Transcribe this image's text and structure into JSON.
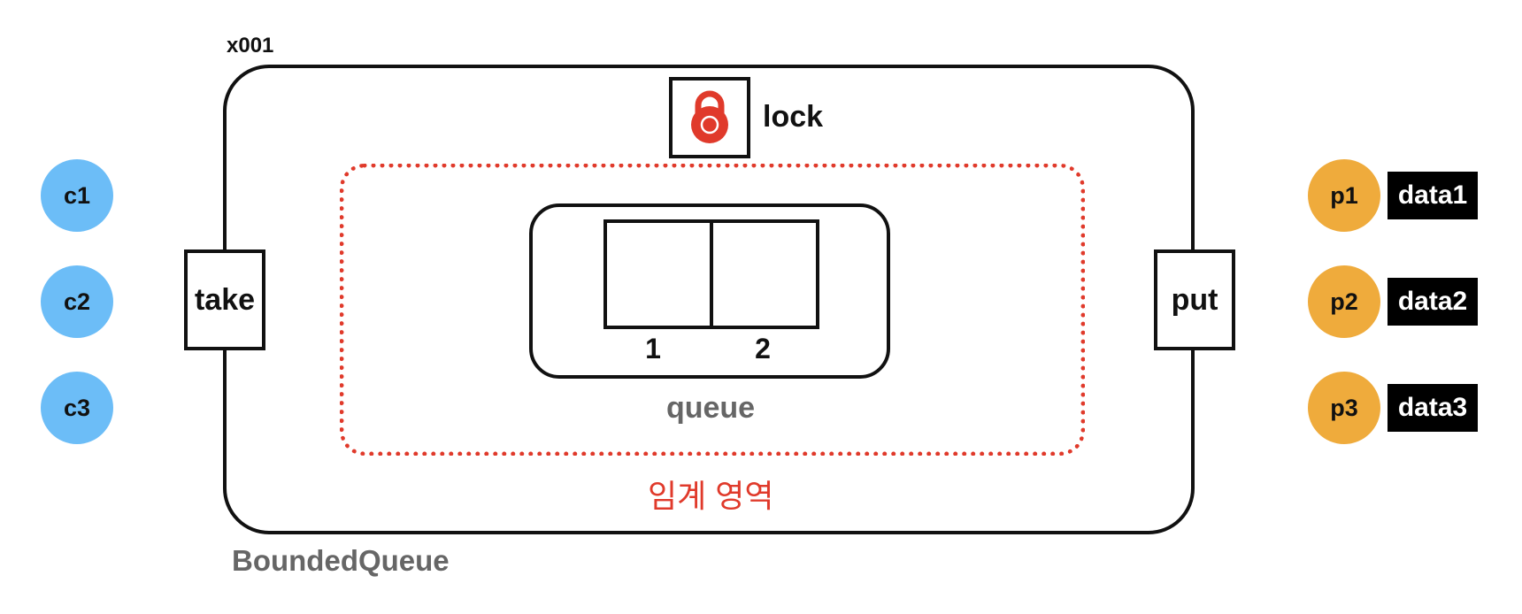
{
  "object": {
    "id": "x001",
    "name": "BoundedQueue"
  },
  "lock": {
    "label": "lock",
    "icon": "padlock-icon",
    "color": "#e03a2b"
  },
  "critical_section": {
    "label": "임계 영역",
    "color": "#e03a2b"
  },
  "queue": {
    "label": "queue",
    "slots": [
      "1",
      "2"
    ]
  },
  "methods": {
    "take": "take",
    "put": "put"
  },
  "consumers": [
    {
      "name": "c1"
    },
    {
      "name": "c2"
    },
    {
      "name": "c3"
    }
  ],
  "producers": [
    {
      "name": "p1",
      "data": "data1"
    },
    {
      "name": "p2",
      "data": "data2"
    },
    {
      "name": "p3",
      "data": "data3"
    }
  ],
  "colors": {
    "consumer": "#6cbdf7",
    "producer": "#efab3c"
  }
}
